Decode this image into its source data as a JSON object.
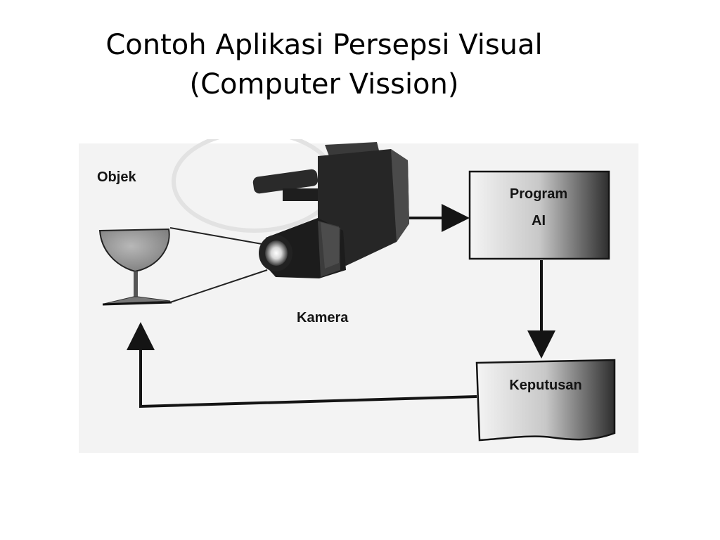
{
  "slide": {
    "title_line1": "Contoh Aplikasi Persepsi Visual",
    "title_line2": "(Computer Vission)"
  },
  "diagram": {
    "object_label": "Objek",
    "camera_label": "Kamera",
    "program_line1": "Program",
    "program_line2": "AI",
    "decision_label": "Keputusan"
  },
  "colors": {
    "background": "#ffffff",
    "figure_background": "#f3f3f3",
    "ink": "#141414"
  },
  "icons": [
    "wine-glass-icon",
    "video-camera-icon"
  ]
}
